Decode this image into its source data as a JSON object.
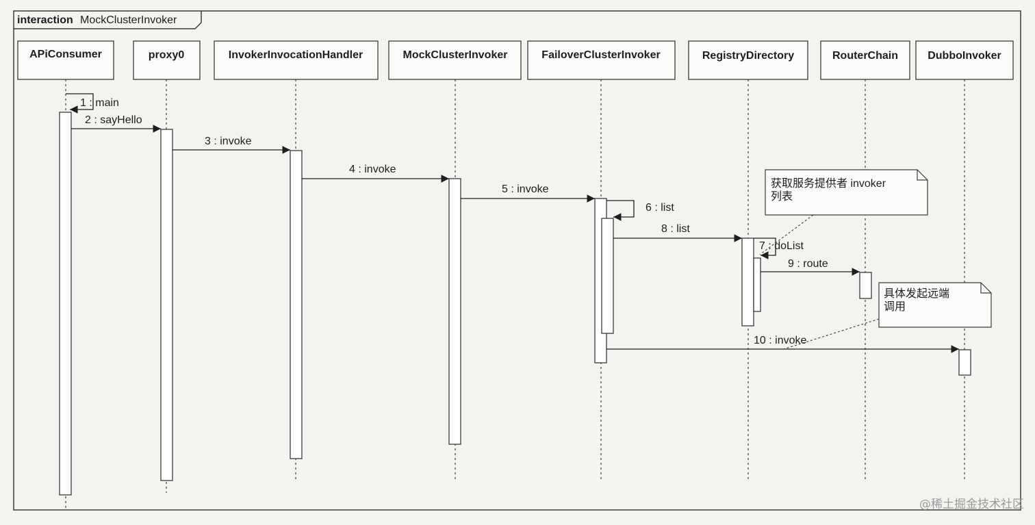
{
  "frame": {
    "keyword": "interaction",
    "name": "MockClusterInvoker"
  },
  "lifelines": [
    {
      "id": "apiconsumer",
      "label": "APiConsumer"
    },
    {
      "id": "proxy0",
      "label": "proxy0"
    },
    {
      "id": "invokerinvocationhandler",
      "label": "InvokerInvocationHandler"
    },
    {
      "id": "mockclusterinvoker",
      "label": "MockClusterInvoker"
    },
    {
      "id": "failoverclusterinvoker",
      "label": "FailoverClusterInvoker"
    },
    {
      "id": "registrydirectory",
      "label": "RegistryDirectory"
    },
    {
      "id": "routerchain",
      "label": "RouterChain"
    },
    {
      "id": "dubboinvoker",
      "label": "DubboInvoker"
    }
  ],
  "messages": [
    {
      "label": "1 : main",
      "from": "apiconsumer",
      "to": "apiconsumer",
      "self": true
    },
    {
      "label": "2 : sayHello",
      "from": "apiconsumer",
      "to": "proxy0"
    },
    {
      "label": "3 : invoke",
      "from": "proxy0",
      "to": "invokerinvocationhandler"
    },
    {
      "label": "4 : invoke",
      "from": "invokerinvocationhandler",
      "to": "mockclusterinvoker"
    },
    {
      "label": "5 : invoke",
      "from": "mockclusterinvoker",
      "to": "failoverclusterinvoker"
    },
    {
      "label": "6 : list",
      "from": "failoverclusterinvoker",
      "to": "failoverclusterinvoker",
      "self": true
    },
    {
      "label": "8 : list",
      "from": "failoverclusterinvoker",
      "to": "registrydirectory"
    },
    {
      "label": "7 : doList",
      "from": "registrydirectory",
      "to": "registrydirectory",
      "self": true
    },
    {
      "label": "9 : route",
      "from": "registrydirectory",
      "to": "routerchain"
    },
    {
      "label": "10 : invoke",
      "from": "failoverclusterinvoker",
      "to": "dubboinvoker"
    }
  ],
  "notes": [
    {
      "lines": [
        "获取服务提供者 invoker",
        "列表"
      ]
    },
    {
      "lines": [
        "具体发起远端",
        "调用"
      ]
    }
  ],
  "watermark": "@稀土掘金技术社区"
}
